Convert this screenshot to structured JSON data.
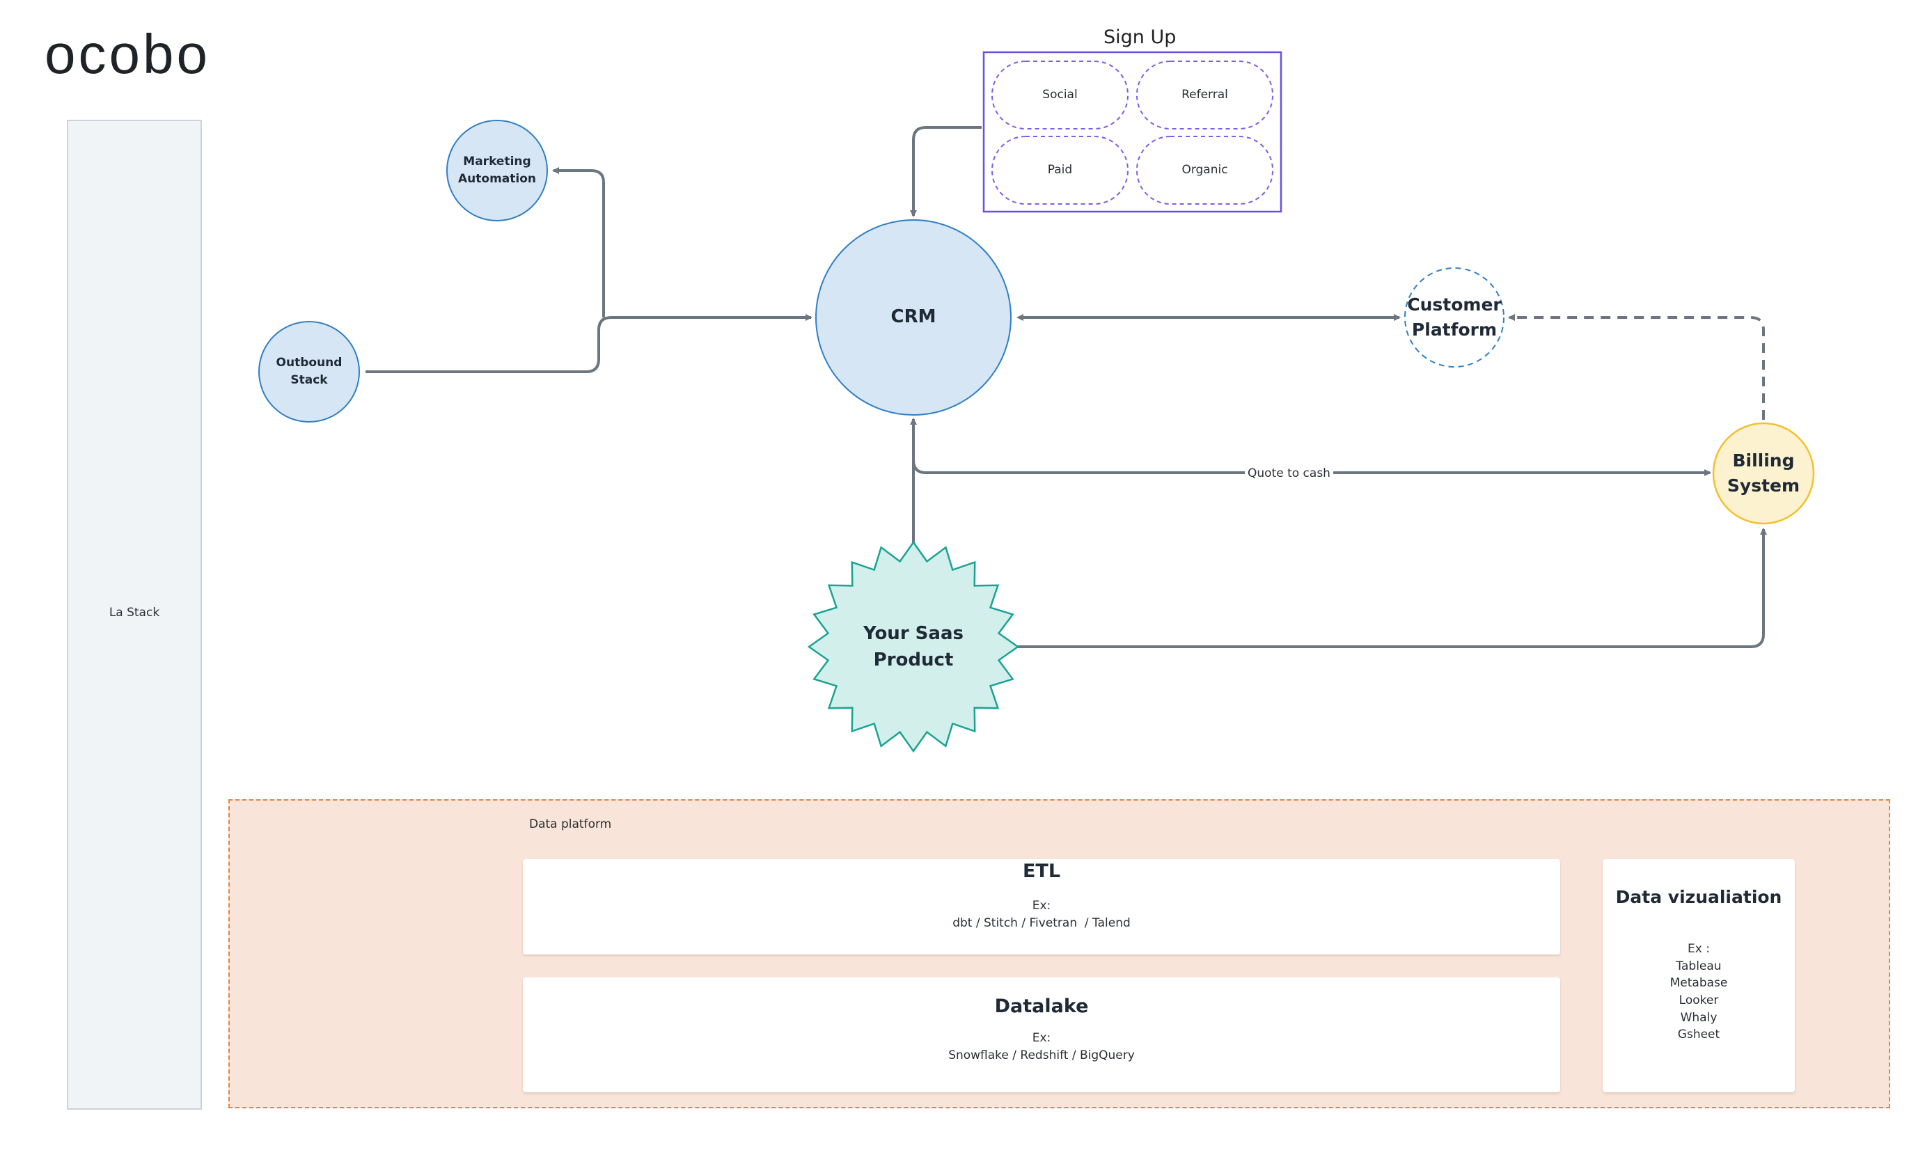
{
  "logo": {
    "text": "ocobo"
  },
  "stack_panel": {
    "label": "La Stack"
  },
  "nodes": {
    "marketing_automation": "Marketing\nAutomation",
    "outbound_stack": "Outbound\nStack",
    "crm": "CRM",
    "customer_platform": "Customer\nPlatform",
    "billing_system": "Billing\nSystem",
    "saas_product": "Your Saas\nProduct"
  },
  "signup": {
    "title": "Sign Up",
    "channels": [
      "Social",
      "Referral",
      "Paid",
      "Organic"
    ]
  },
  "edges": {
    "quote_to_cash": "Quote to cash"
  },
  "data_platform": {
    "label": "Data platform",
    "etl": {
      "title": "ETL",
      "ex": "Ex:",
      "tools": "dbt / Stitch / Fivetran  / Talend"
    },
    "datalake": {
      "title": "Datalake",
      "ex": "Ex:",
      "tools": "Snowflake / Redshift / BigQuery"
    },
    "dataviz": {
      "title": "Data vizualiation",
      "ex": "Ex :",
      "tools": [
        "Tableau",
        "Metabase",
        "Looker",
        "Whaly",
        "Gsheet"
      ]
    }
  },
  "colors": {
    "blue_node_fill": "#d6e6f5",
    "blue_node_stroke": "#2f7fc3",
    "billing_fill": "#fdf2d0",
    "billing_stroke": "#f2c12e",
    "saas_fill": "#d2efec",
    "saas_stroke": "#1aa392",
    "signup_border": "#6a4fe0",
    "pill_stroke": "#7b5fe8",
    "arrow": "#6b7681",
    "data_platform_fill": "#f8e4d8",
    "data_platform_border": "#e8823d"
  }
}
